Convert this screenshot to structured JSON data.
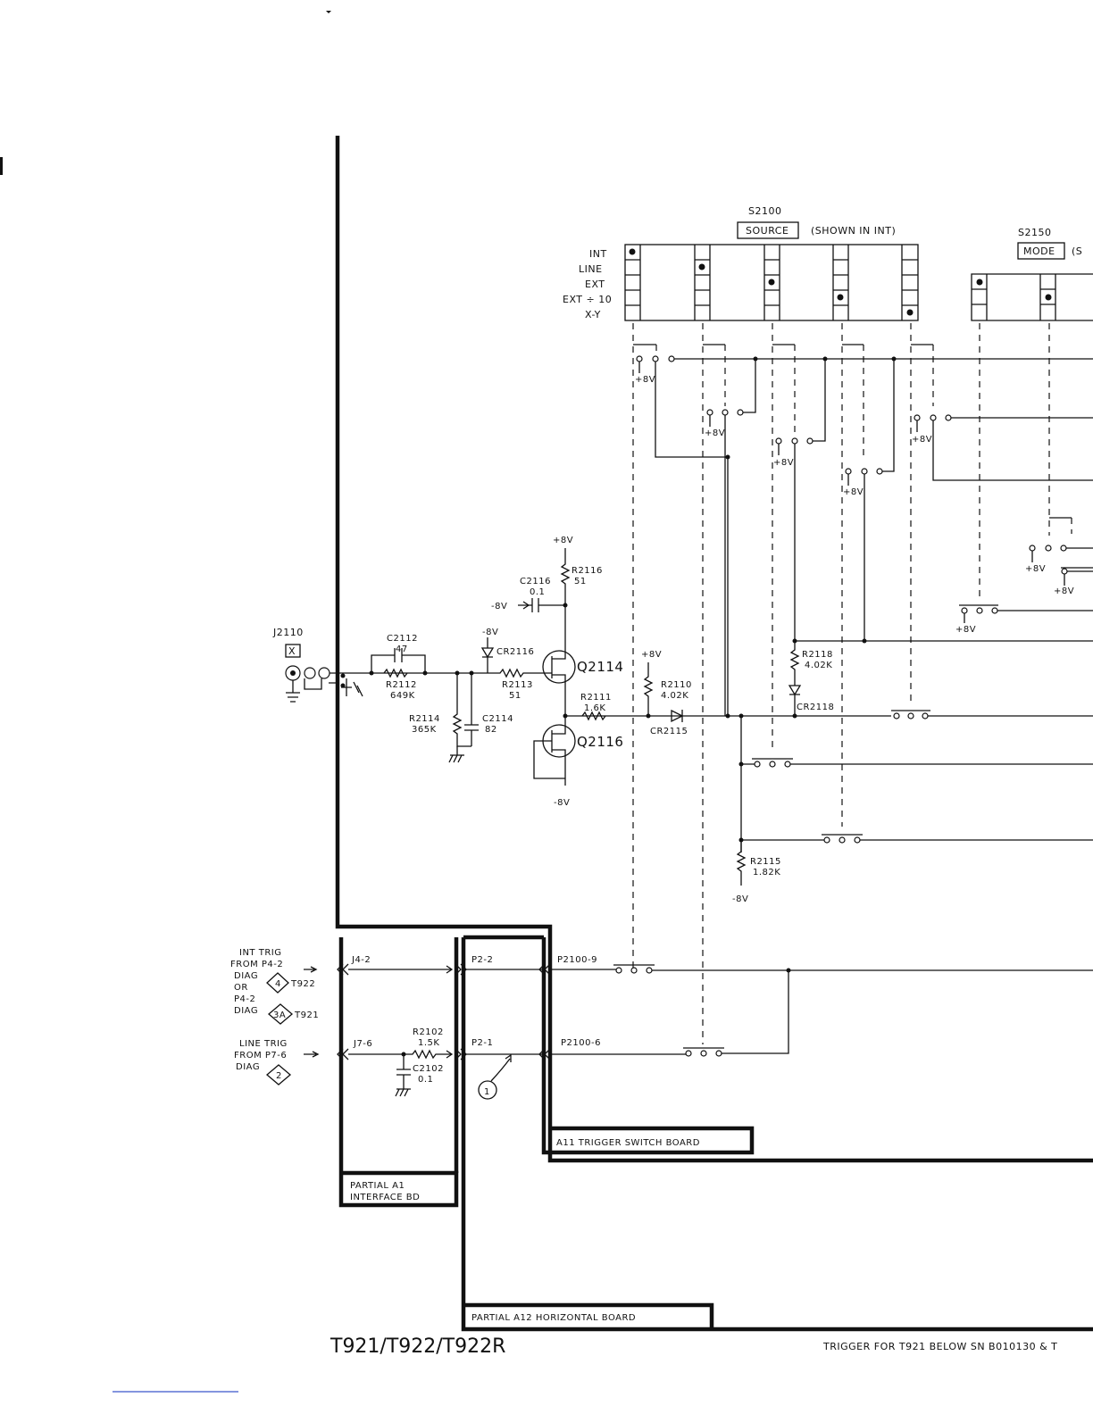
{
  "switch_source": {
    "name": "S2100",
    "label": "SOURCE",
    "note": "(SHOWN IN INT)",
    "positions": [
      "INT",
      "LINE",
      "EXT",
      "EXT ÷ 10",
      "X-Y"
    ]
  },
  "switch_mode": {
    "name": "S2150",
    "label": "MODE",
    "note_fragment": "(S"
  },
  "connector": {
    "name": "J2110",
    "mark": "X"
  },
  "components": {
    "c2112": [
      "C2112",
      "47"
    ],
    "r2112": [
      "R2112",
      "649K"
    ],
    "r2114": [
      "R2114",
      "365K"
    ],
    "c2114": [
      "C2114",
      "82"
    ],
    "r2113": [
      "R2113",
      "51"
    ],
    "cr2116": "CR2116",
    "neg8_cr": "-8V",
    "c2116": [
      "C2116",
      "0.1"
    ],
    "neg8_c": "-8V",
    "pos8_top": "+8V",
    "r2116": [
      "R2116",
      "51"
    ],
    "q2114": "Q2114",
    "q2116": "Q2116",
    "neg8_q": "-8V",
    "r2111": [
      "R2111",
      "1.6K"
    ],
    "pos8_r2110": "+8V",
    "r2110": [
      "R2110",
      "4.02K"
    ],
    "cr2115": "CR2115",
    "r2118": [
      "R2118",
      "4.02K"
    ],
    "cr2118": "CR2118",
    "r2115": [
      "R2115",
      "1.82K"
    ],
    "neg8_r2115": "-8V",
    "r2102": [
      "R2102",
      "1.5K"
    ],
    "c2102": [
      "C2102",
      "0.1"
    ]
  },
  "supply": "+8V",
  "connectors_bottom": {
    "j4_2": "J4-2",
    "p2_2": "P2-2",
    "p2100_9": "P2100-9",
    "j7_6": "J7-6",
    "p2_1": "P2-1",
    "p2100_6": "P2100-6"
  },
  "inputs": {
    "int_trig": [
      "INT TRIG",
      "FROM P4-2",
      "DIAG",
      "OR",
      "P4-2",
      "DIAG"
    ],
    "int_diag_1": "4",
    "int_model_1": "T922",
    "int_diag_2": "3A",
    "int_model_2": "T921",
    "line_trig": [
      "LINE TRIG",
      "FROM P7-6",
      "DIAG"
    ],
    "line_diag": "2"
  },
  "callout": "1",
  "boards": {
    "a11": "A11 TRIGGER SWITCH BOARD",
    "a1": [
      "PARTIAL A1",
      "INTERFACE BD"
    ],
    "a12": "PARTIAL A12 HORIZONTAL BOARD"
  },
  "footer": {
    "models": "T921/T922/T922R",
    "caption": "TRIGGER FOR T921 BELOW SN B010130 & T"
  }
}
